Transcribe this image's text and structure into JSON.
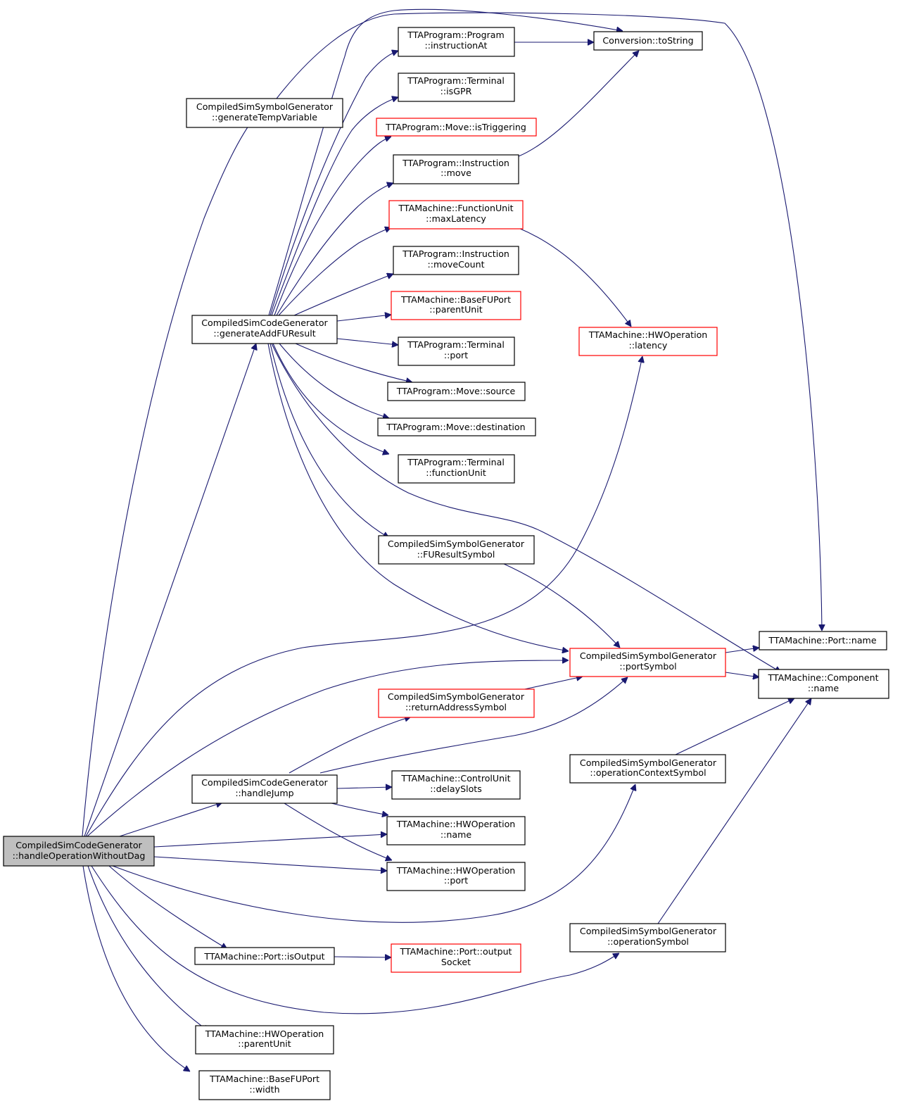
{
  "colors": {
    "edge": "#191970",
    "normal_border": "#000000",
    "truncated_border": "#ff0000",
    "root_fill": "#bfbfbf",
    "background": "#ffffff"
  },
  "nodes": {
    "root": [
      "CompiledSimCodeGenerator",
      "::handleOperationWithoutDag"
    ],
    "genTemp": [
      "CompiledSimSymbolGenerator",
      "::generateTempVariable"
    ],
    "genAddFU": [
      "CompiledSimCodeGenerator",
      "::generateAddFUResult"
    ],
    "handleJump": [
      "CompiledSimCodeGenerator",
      "::handleJump"
    ],
    "isOutput": [
      "TTAMachine::Port::isOutput"
    ],
    "hwParent": [
      "TTAMachine::HWOperation",
      "::parentUnit"
    ],
    "fuWidth": [
      "TTAMachine::BaseFUPort",
      "::width"
    ],
    "instrAt": [
      "TTAProgram::Program",
      "::instructionAt"
    ],
    "isGPR": [
      "TTAProgram::Terminal",
      "::isGPR"
    ],
    "isTrig": [
      "TTAProgram::Move::isTriggering"
    ],
    "instrMove": [
      "TTAProgram::Instruction",
      "::move"
    ],
    "maxLat": [
      "TTAMachine::FunctionUnit",
      "::maxLatency"
    ],
    "moveCount": [
      "TTAProgram::Instruction",
      "::moveCount"
    ],
    "fuParent": [
      "TTAMachine::BaseFUPort",
      "::parentUnit"
    ],
    "termPort": [
      "TTAProgram::Terminal",
      "::port"
    ],
    "moveSrc": [
      "TTAProgram::Move::source"
    ],
    "moveDst": [
      "TTAProgram::Move::destination"
    ],
    "termFU": [
      "TTAProgram::Terminal",
      "::functionUnit"
    ],
    "fuResSym": [
      "CompiledSimSymbolGenerator",
      "::FUResultSymbol"
    ],
    "retAddr": [
      "CompiledSimSymbolGenerator",
      "::returnAddressSymbol"
    ],
    "delaySlots": [
      "TTAMachine::ControlUnit",
      "::delaySlots"
    ],
    "hwName": [
      "TTAMachine::HWOperation",
      "::name"
    ],
    "hwPort": [
      "TTAMachine::HWOperation",
      "::port"
    ],
    "outSock": [
      "TTAMachine::Port::output",
      "Socket"
    ],
    "toString": [
      "Conversion::toString"
    ],
    "latency": [
      "TTAMachine::HWOperation",
      "::latency"
    ],
    "portSym": [
      "CompiledSimSymbolGenerator",
      "::portSymbol"
    ],
    "opCtx": [
      "CompiledSimSymbolGenerator",
      "::operationContextSymbol"
    ],
    "opSym": [
      "CompiledSimSymbolGenerator",
      "::operationSymbol"
    ],
    "portName": [
      "TTAMachine::Port::name"
    ],
    "compName": [
      "TTAMachine::Component",
      "::name"
    ]
  }
}
